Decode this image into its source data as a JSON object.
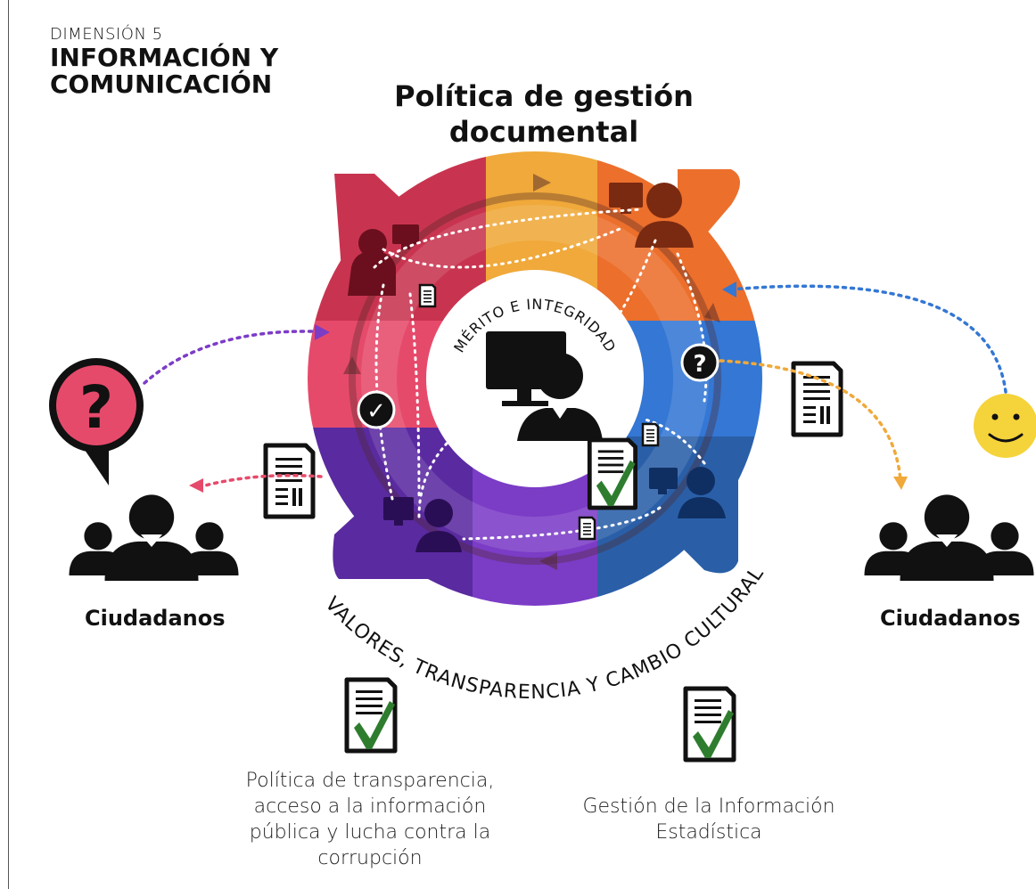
{
  "header": {
    "dimension_label": "DIMENSIÓN 5",
    "dimension_title_line1": "INFORMACIÓN Y",
    "dimension_title_line2": "COMUNICACIÓN"
  },
  "diagram": {
    "title_line1": "Política de gestión",
    "title_line2": "documental",
    "center_label": "MÉRITO E INTEGRIDAD",
    "ring_label": "VALORES, TRANSPARENCIA Y CAMBIO CULTURAL",
    "segment_colors": {
      "top_left": "#c8344f",
      "top_middle": "#f0a93a",
      "top_right": "#ec6f2c",
      "right": "#3477d4",
      "bottom_right": "#2a5fa8",
      "bottom_middle": "#7b3cc6",
      "bottom_left": "#5a2aa0",
      "left": "#e64a6b"
    },
    "question_glyph": "?",
    "check_glyph": "✓"
  },
  "citizens": {
    "left_label": "Ciudadanos",
    "right_label": "Ciudadanos"
  },
  "policies": {
    "left_line1": "Política de transparencia,",
    "left_line2": "acceso a la información",
    "left_line3": "pública y lucha contra la",
    "left_line4": "corrupción",
    "right_line1": "Gestión de la Información",
    "right_line2": "Estadística"
  }
}
